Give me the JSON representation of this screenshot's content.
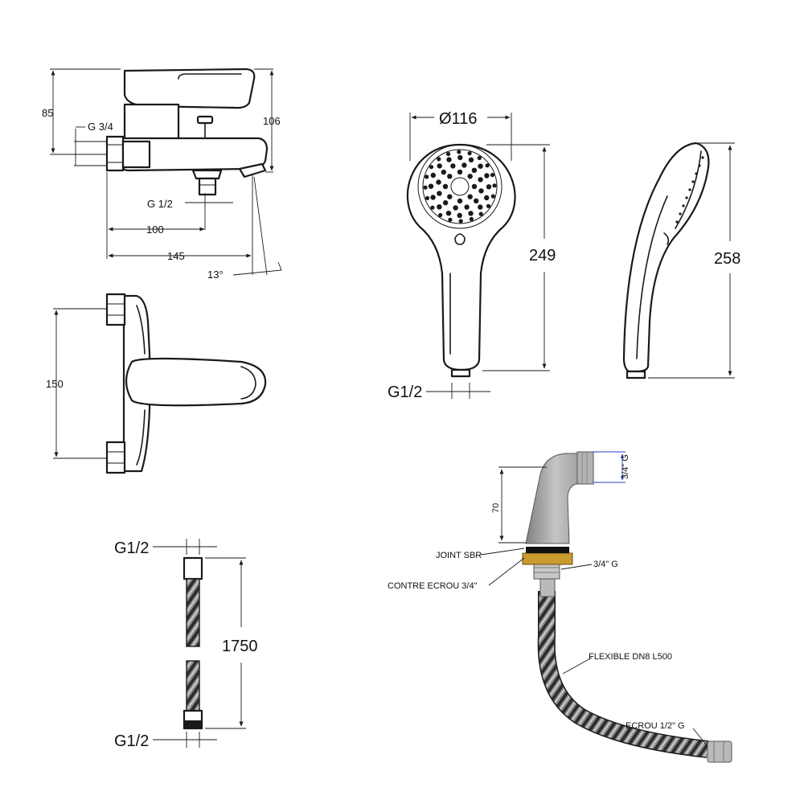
{
  "mixer": {
    "dim_85": "85",
    "dim_106": "106",
    "thread_inlet": "G 3/4",
    "thread_outlet": "G 1/2",
    "dim_100": "100",
    "dim_145": "145",
    "angle": "13°",
    "dim_150": "150"
  },
  "handshower": {
    "diameter": "Ø116",
    "length_front": "249",
    "length_side": "258",
    "thread": "G1/2"
  },
  "hose": {
    "thread_top": "G1/2",
    "length": "1750",
    "thread_bottom": "G1/2"
  },
  "adapter": {
    "height": "70",
    "top_thread": "3/4\" G",
    "joint": "JOINT SBR",
    "thread": "3/4\" G",
    "nut": "CONTRE ECROU 3/4\"",
    "flexible": "FLEXIBLE DN8 L500",
    "end_nut": "ECROU 1/2\" G"
  },
  "colors": {
    "line": "#1a1a1a",
    "adapter_body": "#a9aaab",
    "brass": "#c99a2e",
    "dim_blue": "#2a3fbf"
  }
}
